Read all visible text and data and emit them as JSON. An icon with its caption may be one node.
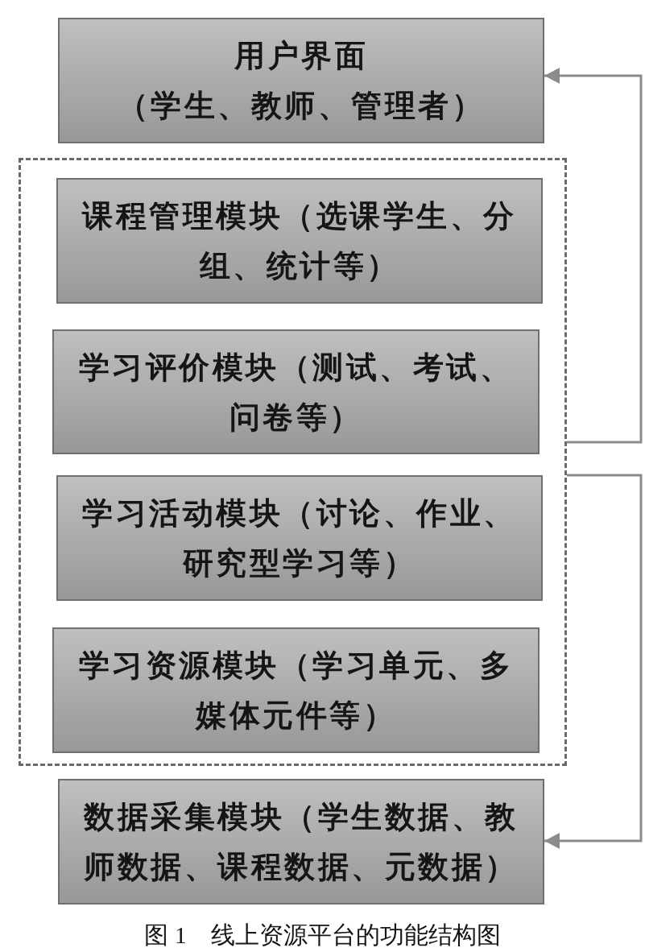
{
  "diagram": {
    "caption": "图 1　线上资源平台的功能结构图",
    "nodes": [
      {
        "text": [
          "用户界面",
          "（学生、教师、管理者）"
        ]
      },
      {
        "text": [],
        "shape": "box"
      },
      {
        "text": [
          "课程管理模块（选课学生、分组、统计等）"
        ],
        "in": 1
      },
      {
        "text": [
          "学习评价模块（测试、考试、问卷等）"
        ],
        "in": 1
      },
      {
        "text": [
          "学习活动模块（讨论、作业、研究型学习等）"
        ],
        "in": 1
      },
      {
        "text": [
          "学习资源模块（学习单元、多媒体元件等）"
        ],
        "in": 1
      },
      {
        "text": [
          "数据采集模块（学生数据、教师数据、课程数据、元数据）"
        ]
      }
    ],
    "edges": [
      {
        "from": 1,
        "to": 0,
        "arrow": "to"
      },
      {
        "from": 1,
        "to": 6,
        "arrow": "to"
      }
    ]
  }
}
